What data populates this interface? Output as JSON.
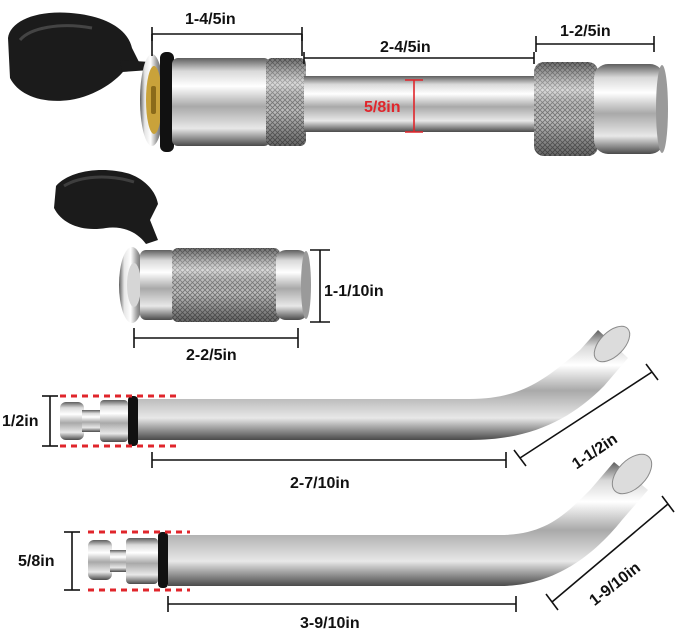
{
  "colors": {
    "background": "#ffffff",
    "dimension_line": "#111111",
    "accent_red": "#e0252b",
    "chrome_light": "#f2f2f2",
    "chrome_mid": "#b9b9b9",
    "chrome_dark": "#5a5a5a",
    "cap": "#1b1b1b",
    "brass": "#c9a23a"
  },
  "icons": [
    "padlock-keyhole",
    "dust-cap",
    "knurled-grip",
    "o-ring"
  ],
  "dimensions": {
    "lock1_body_length": "1-4/5in",
    "lock1_pin_length": "2-4/5in",
    "lock1_collar_length": "1-2/5in",
    "lock1_pin_diameter": "5/8in",
    "lock2_height": "1-1/10in",
    "lock2_length": "2-2/5in",
    "pin1_diameter": "1/2in",
    "pin1_angle_length": "1-1/2in",
    "pin1_length": "2-7/10in",
    "pin2_diameter": "5/8in",
    "pin2_angle_length": "1-9/10in",
    "pin2_length": "3-9/10in"
  }
}
